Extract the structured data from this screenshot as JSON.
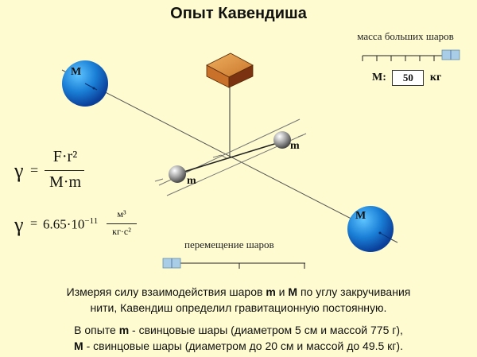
{
  "title": "Опыт Кавендиша",
  "mass_control": {
    "label": "масса больших шаров",
    "prefix": "M:",
    "value": "50",
    "unit": "кг"
  },
  "move_control": {
    "label": "перемещение шаров"
  },
  "diagram": {
    "large_ball_label": "M",
    "small_ball_label": "m",
    "large_ball_color": "#1a7fd6",
    "small_ball_color": "#a0a0a0",
    "mount_color": "#b5651d"
  },
  "formula1": {
    "lhs": "γ",
    "eq": "=",
    "numerator": "F·r²",
    "denominator": "M·m"
  },
  "formula2": {
    "lhs": "γ",
    "eq": "=",
    "value": "6.65·10",
    "exponent": "−11",
    "unit_num": "м³",
    "unit_den": "кг·с²"
  },
  "description": {
    "p1_a": "Измеряя  силу взаимодействия шаров ",
    "p1_m": "m",
    "p1_b": " и ",
    "p1_M": "M",
    "p1_c": " по углу закручивания",
    "p1_line2": "нити, Кавендиш определил гравитационную постоянную.",
    "p2_a": "В опыте ",
    "p2_m": "m",
    "p2_b": " - свинцовые шары (диаметром 5 см и массой 775 г),",
    "p2_M": "M",
    "p2_c": " - свинцовые шары (диаметром до 20 см и массой до 49.5 кг)."
  }
}
